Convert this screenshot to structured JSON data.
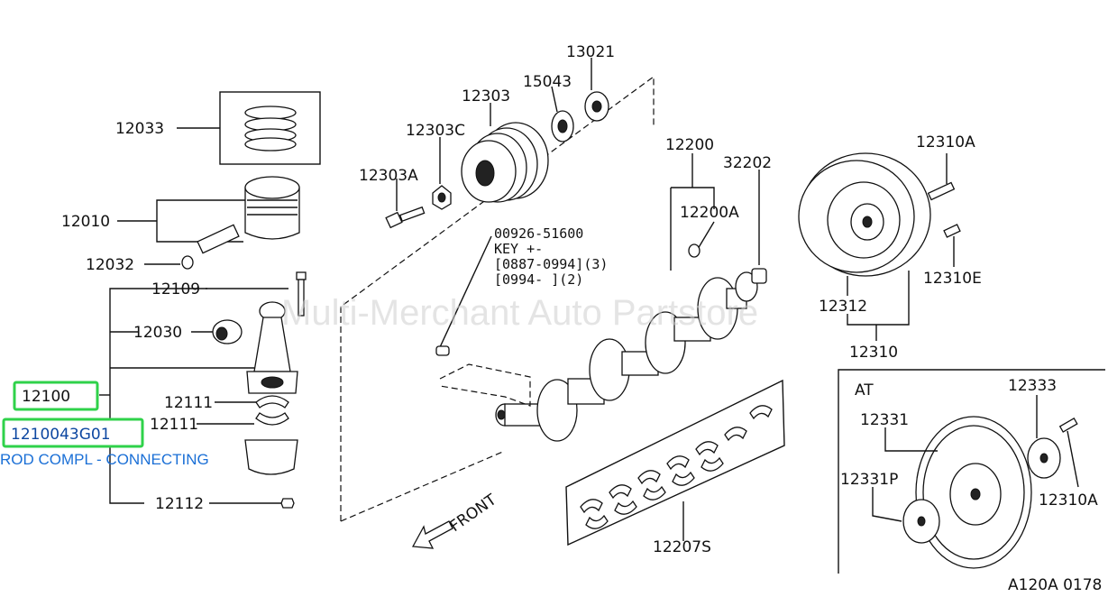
{
  "watermark": "Multi-Merchant Auto Partstore",
  "labels": {
    "p12033": "12033",
    "p12010": "12010",
    "p12032": "12032",
    "p12109": "12109",
    "p12030": "12030",
    "p12100": "12100",
    "p12111a": "12111",
    "p12111b": "12111",
    "p12112": "12112",
    "p12303": "12303",
    "p12303C": "12303C",
    "p12303A": "12303A",
    "p15043": "15043",
    "p13021": "13021",
    "p12200": "12200",
    "p12200A": "12200A",
    "p32202": "32202",
    "p12310A": "12310A",
    "p12310E": "12310E",
    "p12312": "12312",
    "p12310": "12310",
    "p12207S": "12207S",
    "at": "AT",
    "p12333": "12333",
    "p12331": "12331",
    "p12331P": "12331P",
    "p12310A_at": "12310A",
    "code": "A120A 0178",
    "front": "FRONT"
  },
  "key_note": {
    "line1": "00926-51600",
    "line2": "KEY  +-",
    "line3": "[0887-0994](3)",
    "line4": "[0994-      ](2)"
  },
  "selection": {
    "part_number": "1210043G01",
    "description": "ROD COMPL - CONNECTING",
    "highlight_color": "#2fd24a",
    "link_color": "#1a6fd6"
  }
}
